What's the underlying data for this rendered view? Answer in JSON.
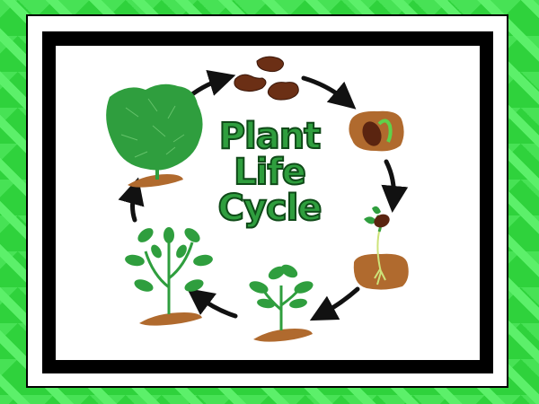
{
  "title": {
    "lines": [
      "Plant",
      "Life",
      "Cycle"
    ]
  },
  "stages": [
    {
      "name": "seeds",
      "icon": "seeds-icon"
    },
    {
      "name": "germinating-seed",
      "icon": "sprouting-seed-icon"
    },
    {
      "name": "seedling",
      "icon": "seedling-icon"
    },
    {
      "name": "young-plant",
      "icon": "young-plant-icon"
    },
    {
      "name": "growing-plant",
      "icon": "growing-plant-icon"
    },
    {
      "name": "mature-plant",
      "icon": "mature-plant-icon"
    }
  ],
  "colors": {
    "background_green": "#2fd23c",
    "chevron_light": "#5cf06a",
    "title_green": "#2f9e3e",
    "title_outline": "#0f4a18",
    "soil": "#b06a2e",
    "seed": "#6b2f15",
    "leaf": "#2f9e3e"
  }
}
